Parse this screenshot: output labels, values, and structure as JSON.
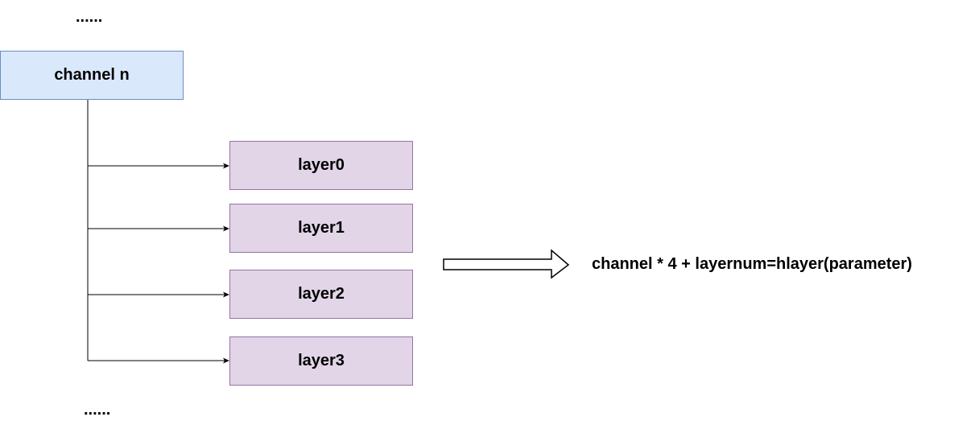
{
  "diagram": {
    "ellipsis_top": "......",
    "ellipsis_bottom": "......",
    "channel_node": {
      "label": "channel n",
      "fill": "#dae8fc",
      "stroke": "#6c8ebf"
    },
    "layers": [
      {
        "label": "layer0"
      },
      {
        "label": "layer1"
      },
      {
        "label": "layer2"
      },
      {
        "label": "layer3"
      }
    ],
    "layer_fill": "#e1d5e7",
    "layer_stroke": "#9673a6",
    "formula": "channel * 4 + layernum=hlayer(parameter)"
  }
}
